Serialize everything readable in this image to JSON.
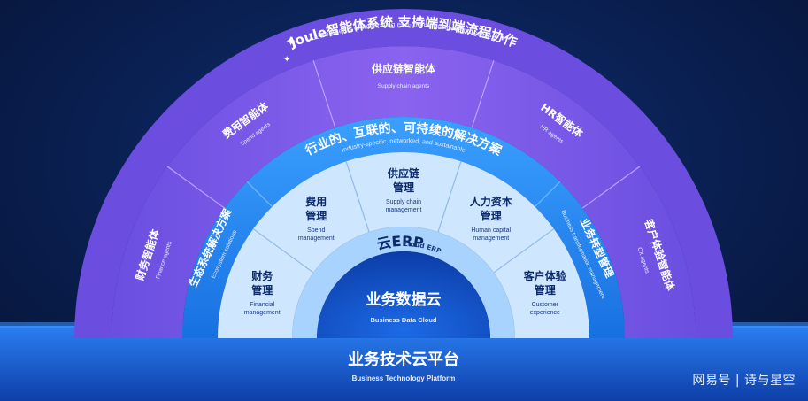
{
  "platform": {
    "cn": "业务技术云平台",
    "en": "Business Technology Platform"
  },
  "joule": {
    "cn": "Joule智能体系统 支持端到端流程协作",
    "en": "Joule Agents orchestrating end-to-end business processes"
  },
  "agents": [
    {
      "cn": "财务智能体",
      "en": "Finance agents"
    },
    {
      "cn": "费用智能体",
      "en": "Spend agents"
    },
    {
      "cn": "供应链智能体",
      "en": "Supply chain agents"
    },
    {
      "cn": "HR智能体",
      "en": "HR agents"
    },
    {
      "cn": "客户体验智能体",
      "en": "CX agents"
    }
  ],
  "solutions": {
    "left": {
      "cn": "生态系统解决方案",
      "en": "Ecosystem solutions"
    },
    "center": {
      "cn": "行业的、互联的、可持续的解决方案",
      "en": "Industry-specific, networked, and sustainable"
    },
    "right": {
      "cn": "业务转型管理",
      "en": "Business transformation management"
    }
  },
  "modules": [
    {
      "cn1": "财务",
      "cn2": "管理",
      "en1": "Financial",
      "en2": "management"
    },
    {
      "cn1": "费用",
      "cn2": "管理",
      "en1": "Spend",
      "en2": "management"
    },
    {
      "cn1": "供应链",
      "cn2": "管理",
      "en1": "Supply chain",
      "en2": "management"
    },
    {
      "cn1": "人力资本",
      "cn2": "管理",
      "en1": "Human capital",
      "en2": "management"
    },
    {
      "cn1": "客户体验",
      "cn2": "管理",
      "en1": "Customer",
      "en2": "experience"
    }
  ],
  "cloud_erp": {
    "cn": "云ERP",
    "en": "Cloud ERP"
  },
  "core": {
    "cn": "业务数据云",
    "en": "Business Data Cloud"
  },
  "watermark": "网易号 | 诗与星空",
  "colors": {
    "background": "#0b2257",
    "agents_ring": "#7a57e8",
    "solutions_ring": "#2a8ef0",
    "modules_ring": "#cfe6ff",
    "erp_ring": "#a9d3ff",
    "core": "#1453c8",
    "platform": "#1a62e0"
  }
}
